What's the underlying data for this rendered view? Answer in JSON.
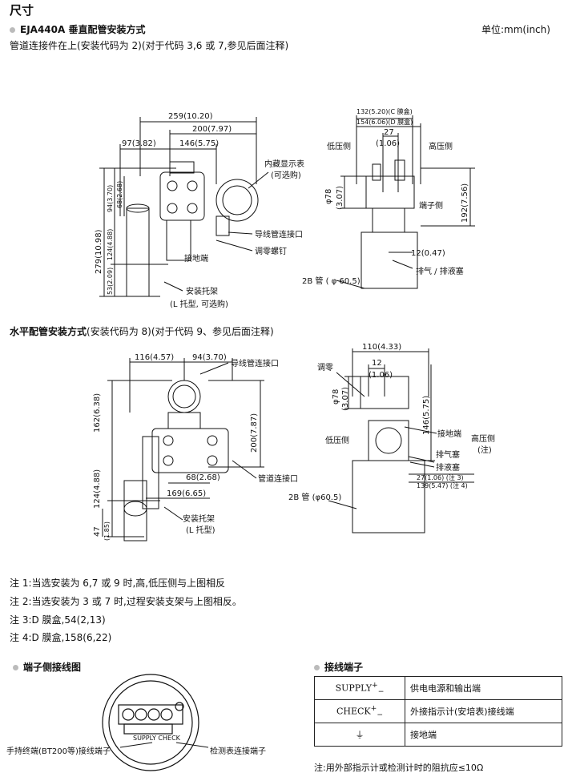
{
  "header": {
    "title": "尺寸",
    "subtitle": "EJA440A 垂直配管安装方式",
    "unit": "单位:mm(inch)",
    "vertical_desc": "管道连接件在上(安装代码为 2)(对于代码 3,6 或 7,参见后面注释)"
  },
  "vertical": {
    "d259": "259(10.20)",
    "d200": "200(7.97)",
    "d97": "97(3.82)",
    "d146": "146(5.75)",
    "d279": "279(10.98)",
    "d94": "94(3.70)",
    "d68": "68(2.68)",
    "d124": "124(4.88)",
    "d53": "53(2.09)",
    "lcd": "内藏显示表",
    "lcd_opt": "(可选购)",
    "conduit": "导线管连接口",
    "zero": "调零螺钉",
    "ground": "接地端",
    "bracket": "安装托架",
    "bracket_type": "(L 托型, 可选购)"
  },
  "vertical_side": {
    "d132": "132(5.20)(C 膜盒)",
    "d154": "154(6.06)(D 膜盒)",
    "d27": "27",
    "d27i": "(1.06)",
    "low": "低压侧",
    "high": "高压侧",
    "phi78": "φ78",
    "phi78i": "(3.07)",
    "terminal": "端子侧",
    "d192": "192(7.56)",
    "d12": "12(0.47)",
    "vent": "排气 / 排液塞",
    "pipe": "2B 管 ( φ 60.5)"
  },
  "horizontal": {
    "heading_bold": "水平配管安装方式",
    "heading_rest": "(安装代码为 8)(对于代码 9、参见后面注释)",
    "d116": "116(4.57)",
    "d94": "94(3.70)",
    "conduit": "导线管连接口",
    "d162": "162(6.38)",
    "d200": "200(7.87)",
    "d68": "68(2.68)",
    "d169": "169(6.65)",
    "process": "管道连接口",
    "d124": "124(4.88)",
    "d47": "47",
    "d47i": "(1.85)",
    "bracket": "安装托架",
    "bracket_type": "(L 托型)"
  },
  "horizontal_side": {
    "d110": "110(4.33)",
    "zero": "调零",
    "d12": "12",
    "d12i": "(1.06)",
    "phi78": "φ78",
    "phi78i": "(3.07)",
    "d146": "146(5.75)",
    "ground": "接地端",
    "low": "低压侧",
    "high": "高压侧",
    "high_note": "(注)",
    "vent_air": "排气塞",
    "vent_liquid": "排液塞",
    "d27": "27(1.06) (注 3)",
    "d139": "139(5.47) (注 4)",
    "pipe": "2B 管 (φ60.5)"
  },
  "notes": [
    "注 1:当选安装为 6,7 或 9 时,高,低压侧与上图相反",
    "注 2:当选安装为 3 或 7 时,过程安装支架与上图相反。",
    "注 3:D 膜盒,54(2,13)",
    "注 4:D 膜盒,158(6,22)"
  ],
  "terminal_diagram": {
    "heading": "端子侧接线图",
    "left_label": "手持终端(BT200等)接线端子",
    "right_label": "检测表连接端子",
    "inner": "SUPPLY CHECK"
  },
  "terminal_table": {
    "heading": "接线端子",
    "rows": [
      {
        "key": "SUPPLY",
        "desc": "供电电源和输出端"
      },
      {
        "key": "CHECK",
        "desc": "外接指示计(安培表)接线端"
      },
      {
        "key": "⏚",
        "desc": "接地端"
      }
    ],
    "footnote": "注:用外部指示计或检测计时的阻抗应≤10Ω"
  }
}
